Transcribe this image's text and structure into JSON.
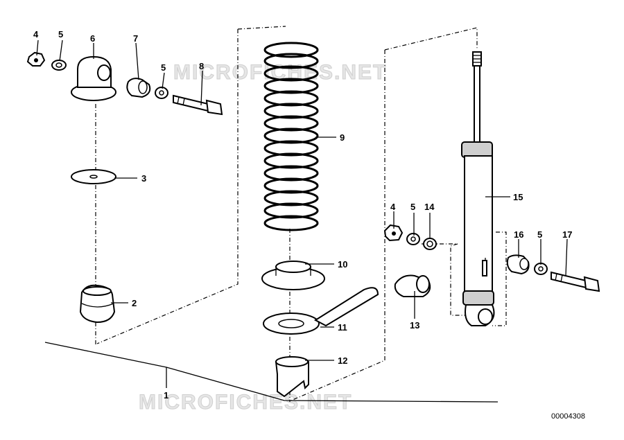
{
  "watermarks": [
    "MICROFICHES.NET",
    "MICROFICHES.NET"
  ],
  "reference_code": "00004308",
  "callouts": {
    "n1": "1",
    "n2": "2",
    "n3": "3",
    "n4a": "4",
    "n4b": "4",
    "n5a": "5",
    "n5b": "5",
    "n5c": "5",
    "n5d": "5",
    "n6": "6",
    "n7": "7",
    "n8": "8",
    "n9": "9",
    "n10": "10",
    "n11": "11",
    "n12": "12",
    "n13": "13",
    "n14": "14",
    "n15": "15",
    "n16": "16",
    "n17": "17"
  }
}
